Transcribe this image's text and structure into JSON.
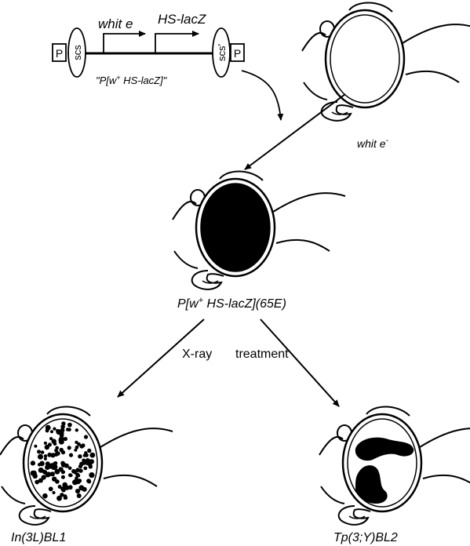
{
  "construct": {
    "p_left": "P",
    "p_right": "P",
    "scs_left": "scs",
    "scs_right": "scs'",
    "gene1": "whit e",
    "gene2": "HS-lacZ",
    "name_open": "\"P[w",
    "name_sup": "+",
    "name_close": "  HS-lacZ]\""
  },
  "flies": {
    "white": {
      "label": "whit e",
      "sup": "-"
    },
    "transformant": {
      "label_a": "P[w",
      "sup": "+",
      "label_b": "  HS-lacZ](65E)"
    },
    "left_mutant": {
      "label": "In(3L)BL1"
    },
    "right_mutant": {
      "label": "Tp(3;Y)BL2"
    }
  },
  "treatment": {
    "left": "X-ray",
    "right": "treatment"
  }
}
